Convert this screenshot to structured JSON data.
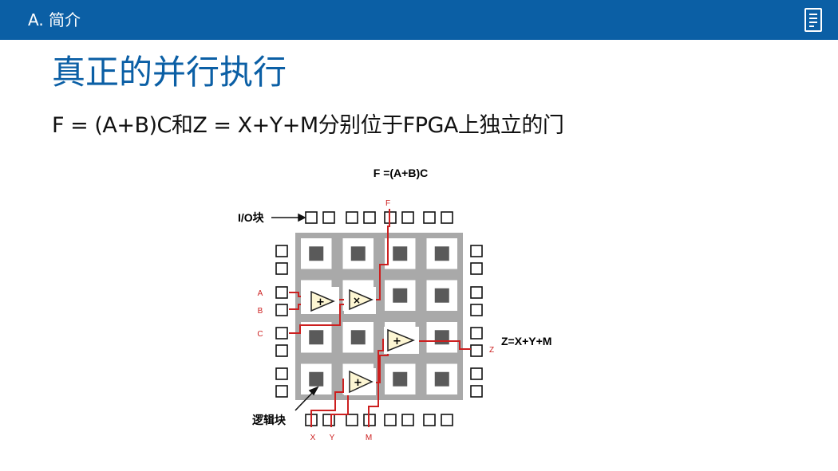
{
  "header": {
    "section": "A. 简介",
    "icon": "document-icon"
  },
  "slide": {
    "title": "真正的并行执行",
    "subtitle": "F = (A+B)C和Z = X+Y+M分别位于FPGA上独立的门"
  },
  "figure": {
    "top_formula": "F =(A+B)C",
    "io_block_label": "I/O块",
    "logic_block_label": "逻辑块",
    "output_formula": "Z=X+Y+M",
    "signals": {
      "f": "F",
      "a": "A",
      "b": "B",
      "c": "C",
      "z": "Z",
      "x": "X",
      "y": "Y",
      "m": "M"
    },
    "gate_symbols": {
      "or_gate": "+",
      "and_gate": "×",
      "adder_1": "+",
      "adder_2": "+"
    },
    "colors": {
      "wire": "#cc1f1f",
      "grid": "#a9a9a9",
      "logic_cell": "#5a5a5a",
      "gate_fill": "#fdf6d3",
      "header": "#0b5fa5",
      "title": "#0b5fa5"
    }
  }
}
